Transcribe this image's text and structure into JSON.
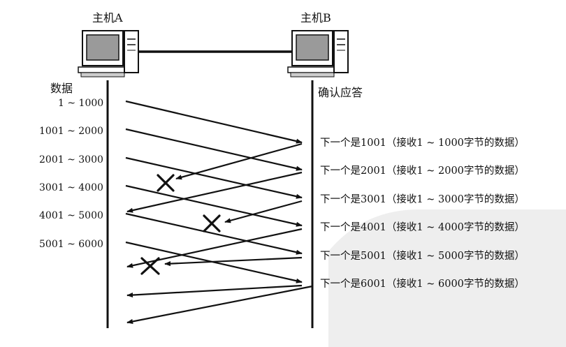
{
  "hosts": {
    "a": {
      "label": "主机A",
      "icon": "desktop-computer-icon"
    },
    "b": {
      "label": "主机B",
      "icon": "desktop-computer-icon"
    }
  },
  "columns": {
    "sender": "数据",
    "receiver": "确认应答"
  },
  "segments": [
    {
      "label": "1 ~ 1000"
    },
    {
      "label": "1001 ~ 2000"
    },
    {
      "label": "2001 ~ 3000"
    },
    {
      "label": "3001 ~ 4000"
    },
    {
      "label": "4001 ~ 5000"
    },
    {
      "label": "5001 ~ 6000"
    }
  ],
  "acks": [
    {
      "label": "下一个是1001（接收1 ~ 1000字节的数据）",
      "lost": false
    },
    {
      "label": "下一个是2001（接收1 ~ 2000字节的数据）",
      "lost": true
    },
    {
      "label": "下一个是3001（接收1 ~ 3000字节的数据）",
      "lost": false
    },
    {
      "label": "下一个是4001（接收1 ~ 4000字节的数据）",
      "lost": true
    },
    {
      "label": "下一个是5001（接收1 ~ 5000字节的数据）",
      "lost": false
    },
    {
      "label": "下一个是6001（接收1 ~ 6000字节的数据）",
      "lost": true
    }
  ],
  "colors": {
    "ink": "#111111",
    "screen": "#9a9a9a",
    "watermark": "#eaeaea"
  }
}
